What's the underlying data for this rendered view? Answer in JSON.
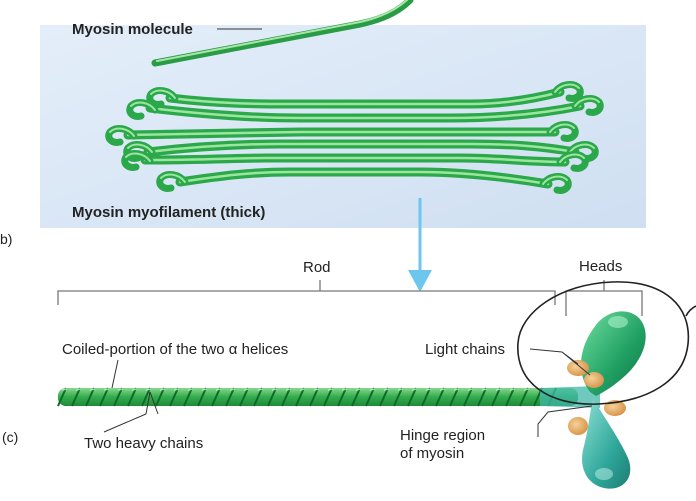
{
  "panel_b": {
    "part_label": "b)",
    "molecule_label": "Myosin molecule",
    "filament_label": "Myosin myofilament (thick)"
  },
  "panel_c": {
    "part_label": "(c)",
    "rod_label": "Rod",
    "heads_label": "Heads",
    "coiled_label": "Coiled-portion of the two α helices",
    "light_chains_label": "Light chains",
    "heavy_chains_label": "Two heavy chains",
    "hinge_label_line1": "Hinge region",
    "hinge_label_line2": "of myosin"
  },
  "colors": {
    "panel_background": "#dce8f6",
    "myosin_green": "#2aa84a",
    "myosin_green_light": "#7fd88a",
    "head_green": "#1d9c64",
    "hinge_teal": "#3fb7a8",
    "light_chain_orange": "#e8b06a",
    "arrow_blue": "#6cc6ee",
    "bracket_gray": "#777777"
  }
}
